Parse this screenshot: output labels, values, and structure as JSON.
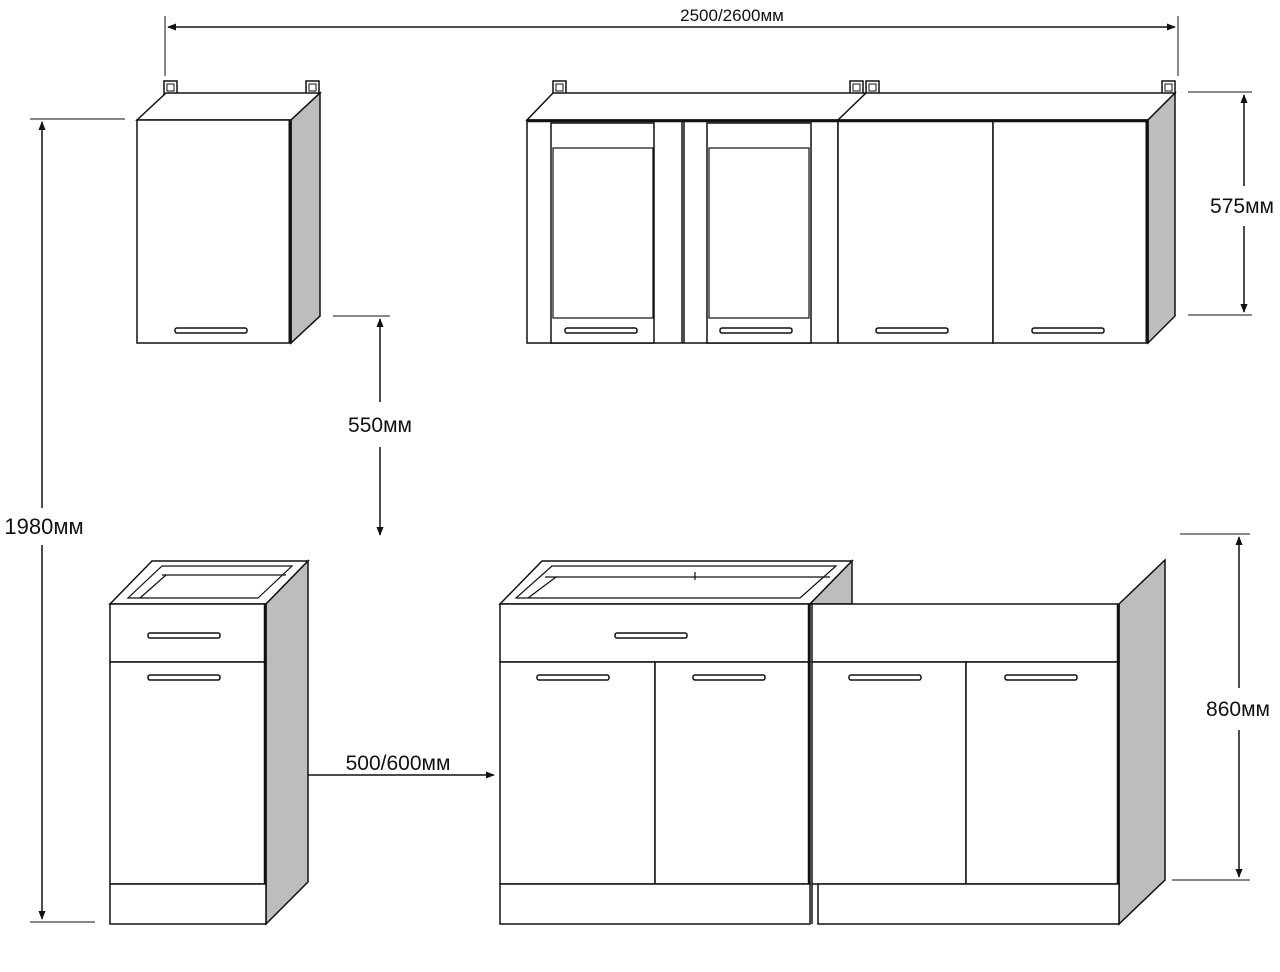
{
  "dimensions": {
    "total_width": "2500/2600мм",
    "total_height": "1980мм",
    "wall_cabinet_height": "575мм",
    "gap_height": "550мм",
    "base_cabinet_height": "860мм",
    "module_width": "500/600мм"
  },
  "colors": {
    "line": "#111111",
    "side_panel": "#bdbdbd",
    "front": "#ffffff"
  }
}
